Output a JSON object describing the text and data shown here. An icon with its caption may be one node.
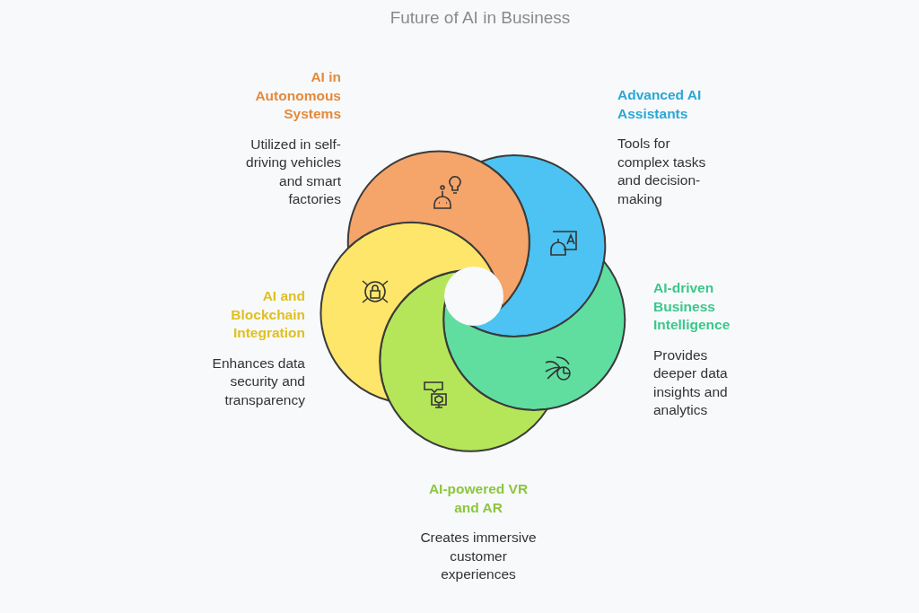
{
  "diagram": {
    "title": "Future of AI in Business",
    "nodes": [
      {
        "text": [
          "AI in Autonomous Systems",
          "Utilized in self-driving vehicles and smart factories"
        ]
      },
      {
        "text": [
          "Advanced AI Assistants",
          "Tools for complex tasks and decision-making"
        ]
      },
      {
        "text": [
          "AI-driven Business Intelligence",
          "Provides deeper data insights and analytics"
        ]
      },
      {
        "text": [
          "AI-powered VR and AR",
          "Creates immersive customer experiences"
        ]
      },
      {
        "text": [
          "AI and Blockchain Integration",
          "Enhances data security and transparency"
        ]
      }
    ],
    "edges": []
  }
}
